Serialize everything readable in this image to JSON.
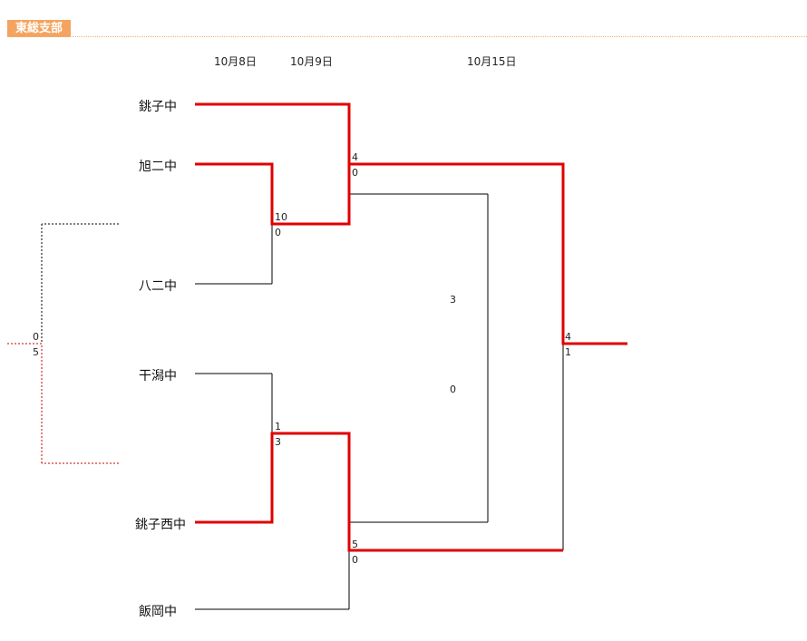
{
  "header": {
    "title": "東総支部"
  },
  "dates": [
    "10月8日",
    "10月9日",
    "10月15日"
  ],
  "teams": [
    "銚子中",
    "旭二中",
    "八二中",
    "干潟中",
    "銚子西中",
    "飯岡中"
  ],
  "scores": {
    "left_dashed": {
      "top": "0",
      "bottom": "5"
    },
    "r1_top": {
      "top": "10",
      "bottom": "0"
    },
    "r1_bottom": {
      "top": "1",
      "bottom": "3"
    },
    "qf_top": {
      "top": "4",
      "bottom": "0"
    },
    "qf_bottom": {
      "top": "5",
      "bottom": "0"
    },
    "middle": {
      "top": "3",
      "bottom": "0"
    },
    "final": {
      "top": "4",
      "bottom": "1"
    }
  },
  "colors": {
    "win": "#e00000",
    "line": "#000000",
    "dashed": "#cc0000",
    "tag": "#f4a460"
  }
}
